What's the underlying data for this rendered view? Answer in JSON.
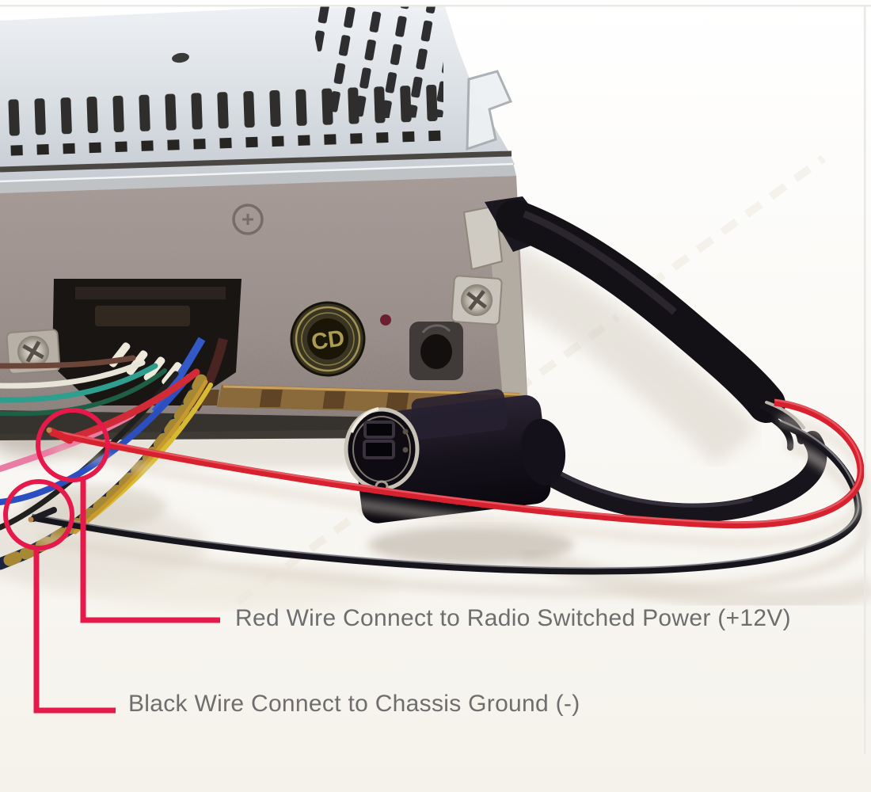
{
  "annotations": {
    "red_wire_label": "Red Wire Connect to Radio Switched Power (+12V)",
    "black_wire_label": "Black Wire Connect to Chassis Ground (-)"
  },
  "radio": {
    "cd_badge": "CD"
  },
  "palette": {
    "callout_color": "#E6194B",
    "label_text_color": "#6E6E6E",
    "red_wire_color": "#D7212F",
    "black_wire_color": "#16151B",
    "radio_cover_color": "#DCE1E6",
    "rear_panel_color": "#9B908C"
  },
  "harness_wire_colors": [
    "brown",
    "white",
    "teal",
    "green",
    "black",
    "blue",
    "red",
    "yellow",
    "gold",
    "pink"
  ]
}
